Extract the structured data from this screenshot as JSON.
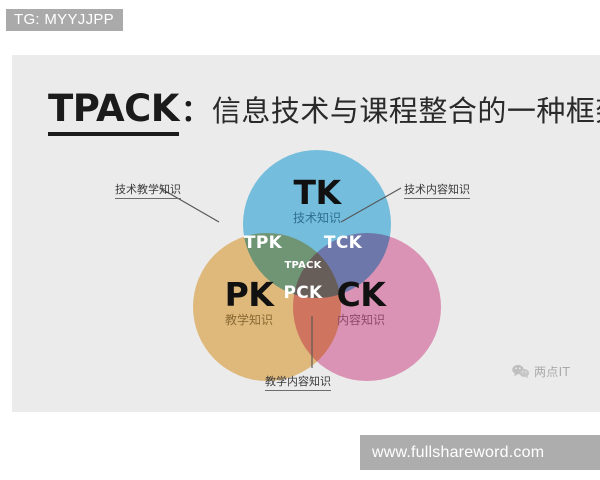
{
  "overlay_tag": "TG: MYYJJPP",
  "slide": {
    "background_color": "#ebebeb",
    "title": {
      "acronym": "TPACK",
      "colon": "：",
      "subtitle": "信息技术与课程整合的一种框架"
    },
    "venn": {
      "circles": [
        {
          "id": "tk",
          "acronym": "TK",
          "chinese": "技术知识",
          "color": "#7fcdf0"
        },
        {
          "id": "pk",
          "acronym": "PK",
          "chinese": "教学知识",
          "color": "#f2c987"
        },
        {
          "id": "ck",
          "acronym": "CK",
          "chinese": "内容知识",
          "color": "#eda0c3"
        }
      ],
      "intersections": [
        {
          "id": "tpk",
          "label": "TPK",
          "color": "#6f9e7d"
        },
        {
          "id": "tck",
          "label": "TCK",
          "color": "#6e7ab4"
        },
        {
          "id": "pck",
          "label": "PCK",
          "color": "#d8643f"
        },
        {
          "id": "tpack",
          "label": "TPACK",
          "color": "#6b6160"
        }
      ]
    },
    "callouts": [
      {
        "id": "left",
        "text": "技术教学知识"
      },
      {
        "id": "right",
        "text": "技术内容知识"
      },
      {
        "id": "bottom",
        "text": "教学内容知识"
      }
    ],
    "watermark": {
      "icon": "wechat-icon",
      "text": "两点IT"
    }
  },
  "url_banner": "www.fullshareword.com"
}
